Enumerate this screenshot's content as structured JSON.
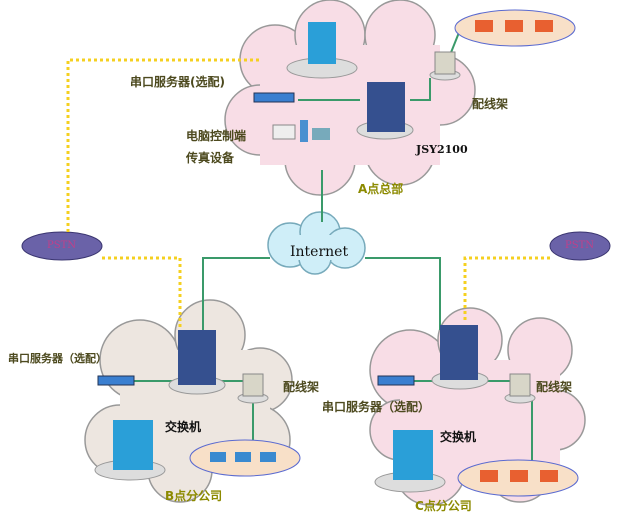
{
  "colors": {
    "green_link": "#3a9a6a",
    "pstn_link": "#f5d020",
    "cloud_pink": "#f8dde6",
    "cloud_gray": "#ede6e0",
    "internet": "#cfeef8",
    "pstn": "#6a62a8"
  },
  "hq": {
    "serial_server": "串口服务器(选配)",
    "patch_panel": "配线架",
    "pc_control": "电脑控制端",
    "fax": "传真设备",
    "device_model": "JSY2100",
    "location": "A点总部"
  },
  "internet": {
    "label": "Internet"
  },
  "pstn": {
    "left": "PSTN",
    "right": "PSTN"
  },
  "branch_b": {
    "serial_server": "串口服务器（选配）",
    "patch_panel": "配线架",
    "switch": "交换机",
    "location": "B点分公司"
  },
  "branch_c": {
    "serial_server": "串口服务器（选配）",
    "patch_panel": "配线架",
    "switch": "交换机",
    "location": "C点分公司"
  }
}
